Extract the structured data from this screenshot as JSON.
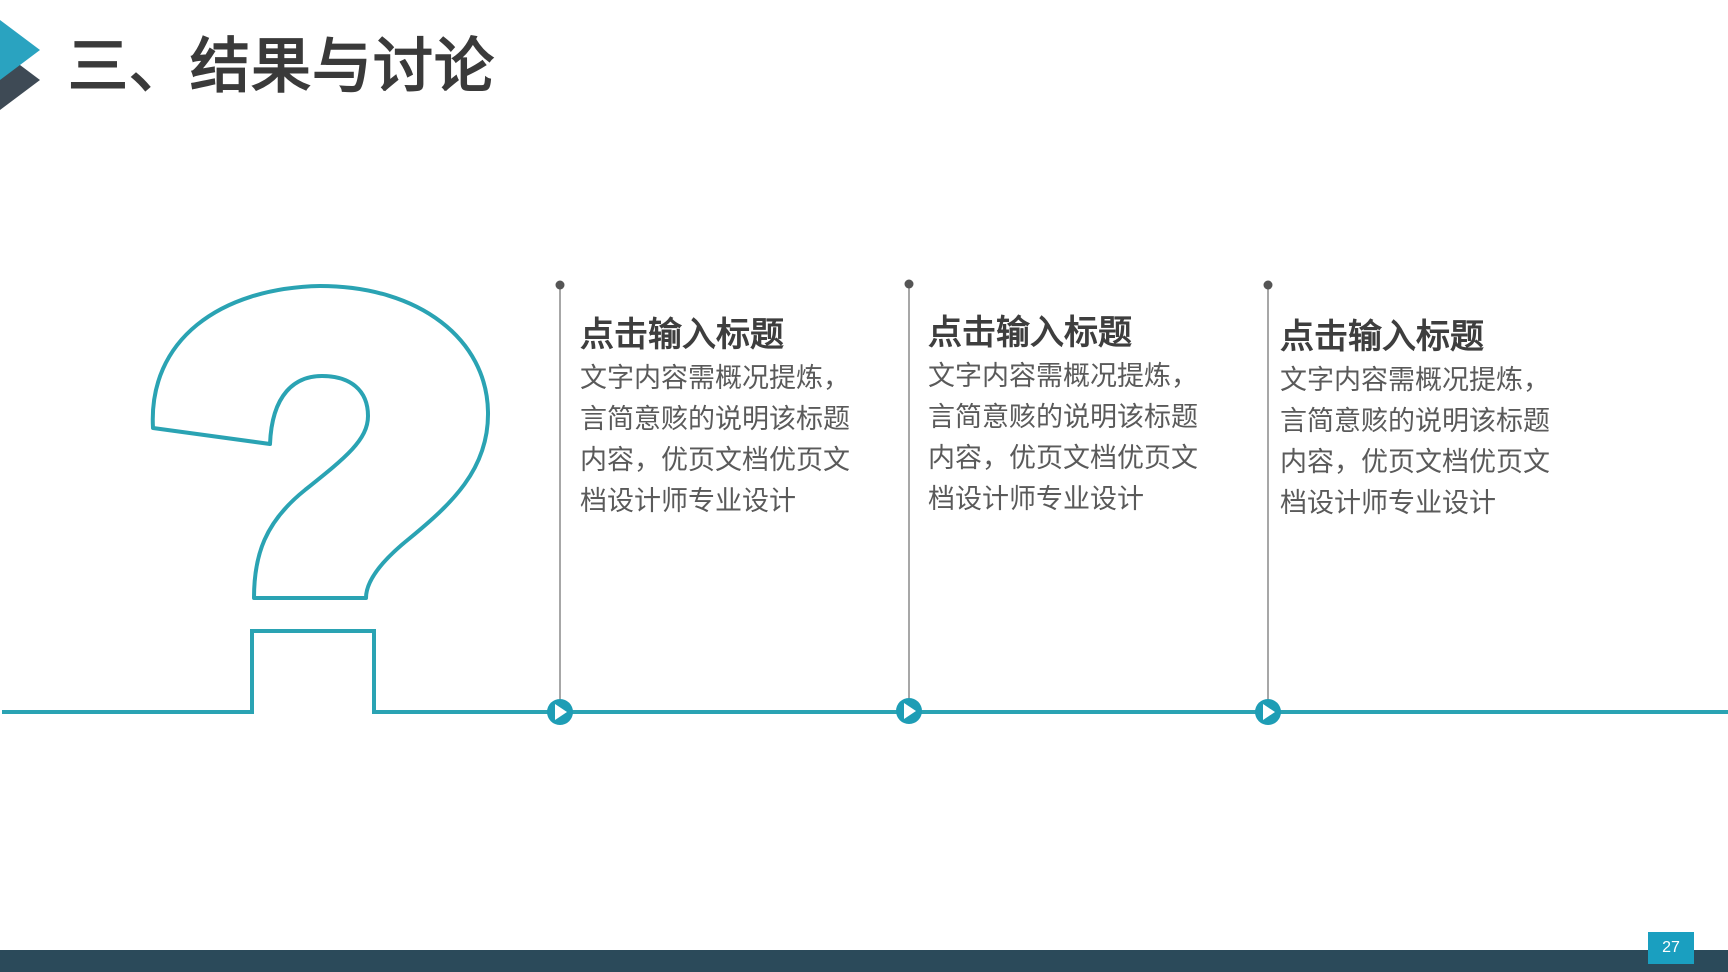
{
  "slide": {
    "title": "三、结果与讨论",
    "page_number": "27",
    "accent_color": "#2aa3b3",
    "footer_color": "#2b4a5a",
    "badge_color": "#1a9fc0"
  },
  "icons": {
    "title_mark": "chevron-arrow-icon",
    "illustration": "question-mark-outline-icon",
    "marker": "play-circle-icon"
  },
  "items": [
    {
      "title": "点击输入标题",
      "body_lines": [
        "文字内容需概况提炼，",
        "言简意赅的说明该标题",
        "内容，优页文档优页文",
        "档设计师专业设计"
      ]
    },
    {
      "title": "点击输入标题",
      "body_lines": [
        "文字内容需概况提炼，",
        "言简意赅的说明该标题",
        "内容，优页文档优页文",
        "档设计师专业设计"
      ]
    },
    {
      "title": "点击输入标题",
      "body_lines": [
        "文字内容需概况提炼，",
        "言简意赅的说明该标题",
        "内容，优页文档优页文",
        "档设计师专业设计"
      ]
    }
  ]
}
